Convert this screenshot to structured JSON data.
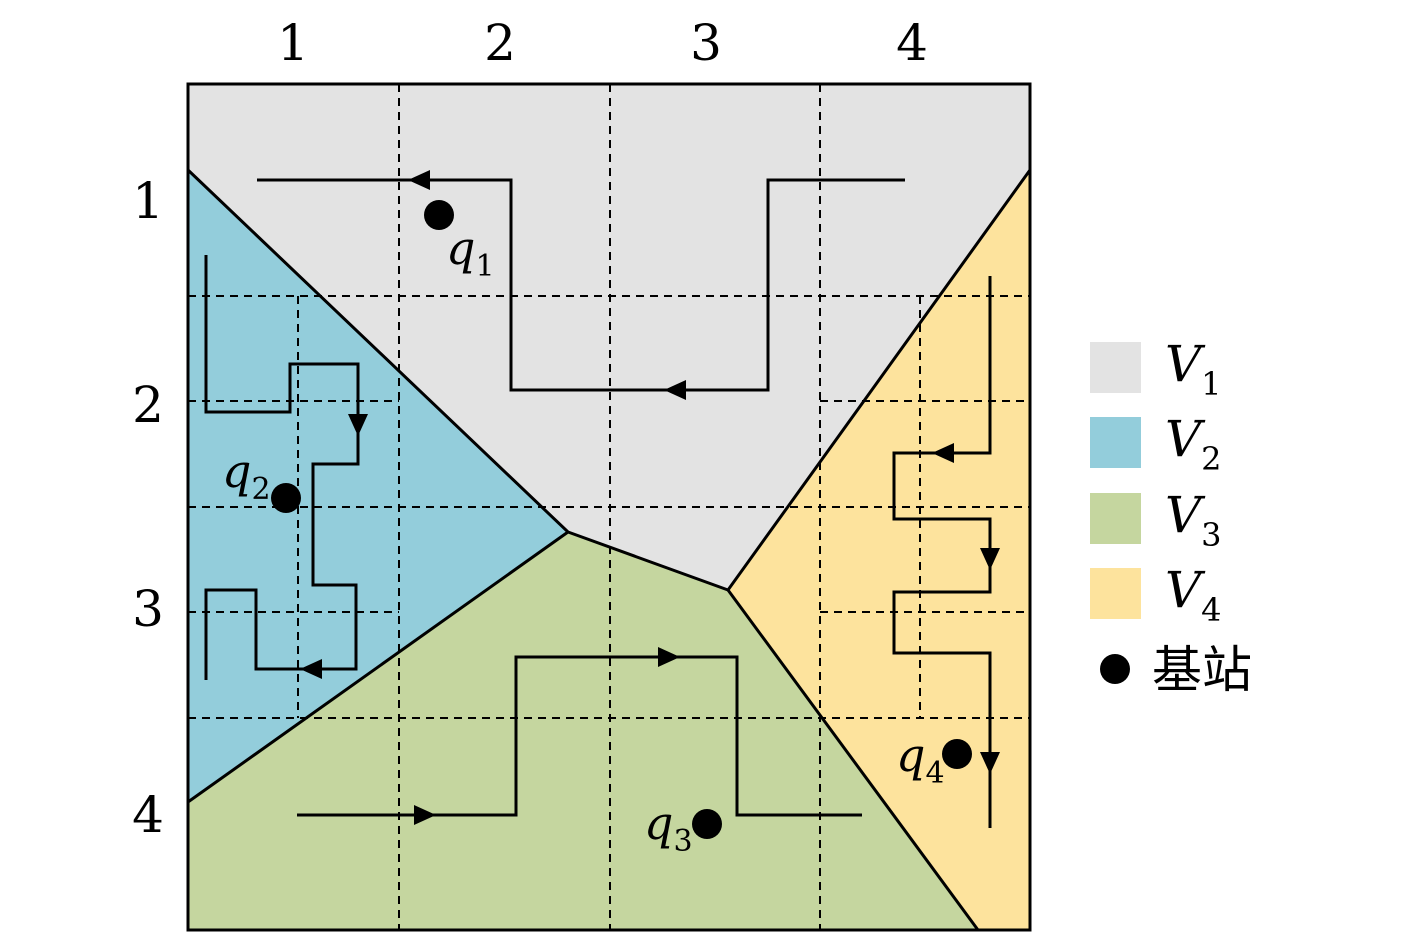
{
  "columns": [
    "1",
    "2",
    "3",
    "4"
  ],
  "rows": [
    "1",
    "2",
    "3",
    "4"
  ],
  "regions": [
    {
      "id": "V1",
      "letter": "V",
      "sub": "1",
      "color": "#e3e3e3"
    },
    {
      "id": "V2",
      "letter": "V",
      "sub": "2",
      "color": "#93cddb"
    },
    {
      "id": "V3",
      "letter": "V",
      "sub": "3",
      "color": "#c5d69f"
    },
    {
      "id": "V4",
      "letter": "V",
      "sub": "4",
      "color": "#fde39d"
    }
  ],
  "stations": [
    {
      "letter": "q",
      "sub": "1"
    },
    {
      "letter": "q",
      "sub": "2"
    },
    {
      "letter": "q",
      "sub": "3"
    },
    {
      "letter": "q",
      "sub": "4"
    }
  ],
  "legend": {
    "station_label": "基站"
  }
}
